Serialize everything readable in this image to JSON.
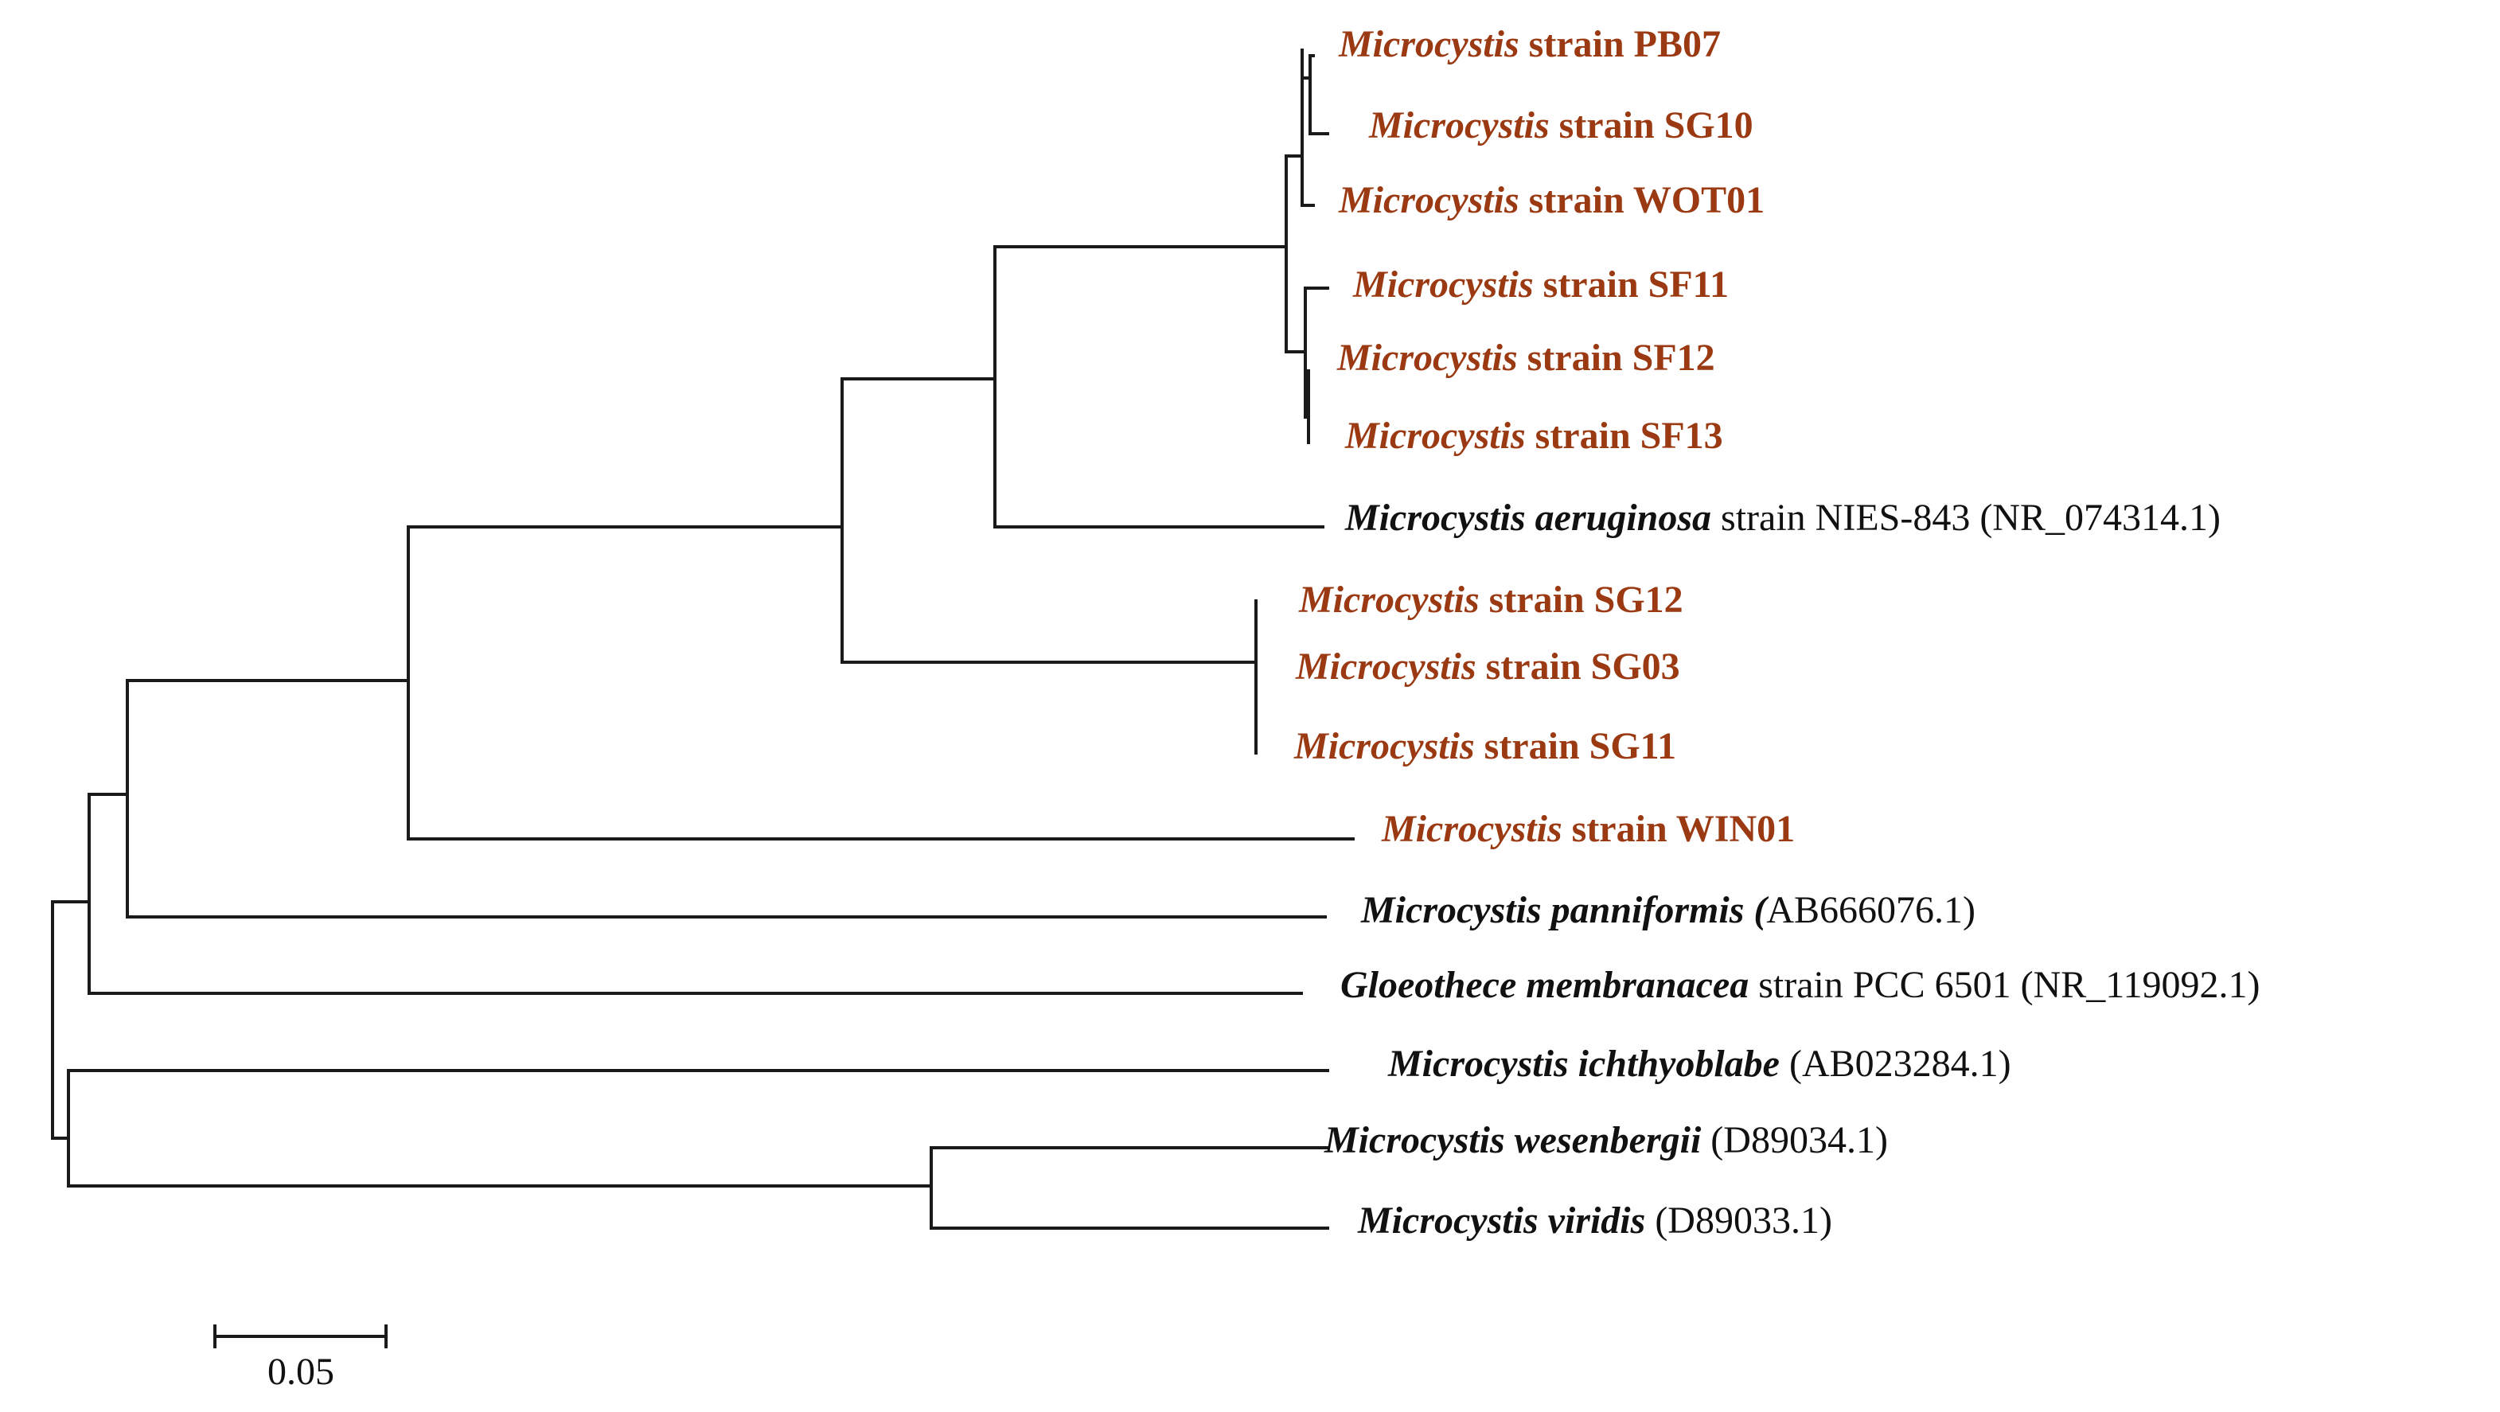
{
  "colors": {
    "branch": "#1a1a1a",
    "isolate": "#9b3a12",
    "reference": "#111111"
  },
  "scale_bar": {
    "label": "0.05"
  },
  "leaves": [
    {
      "id": "PB07",
      "kind": "isolate",
      "genus": "Microcystis",
      "label": "strain PB07"
    },
    {
      "id": "SG10",
      "kind": "isolate",
      "genus": "Microcystis",
      "label": "strain SG10"
    },
    {
      "id": "WOT01",
      "kind": "isolate",
      "genus": "Microcystis",
      "label": "strain WOT01"
    },
    {
      "id": "SF11",
      "kind": "isolate",
      "genus": "Microcystis",
      "label": "strain SF11"
    },
    {
      "id": "SF12",
      "kind": "isolate",
      "genus": "Microcystis",
      "label": "strain SF12"
    },
    {
      "id": "SF13",
      "kind": "isolate",
      "genus": "Microcystis",
      "label": "strain SF13"
    },
    {
      "id": "NIES843",
      "kind": "reference",
      "genus": "Microcystis aeruginosa",
      "label": "strain NIES-843 (NR_074314.1)"
    },
    {
      "id": "SG12",
      "kind": "isolate",
      "genus": "Microcystis",
      "label": "strain SG12"
    },
    {
      "id": "SG03",
      "kind": "isolate",
      "genus": "Microcystis",
      "label": "strain SG03"
    },
    {
      "id": "SG11",
      "kind": "isolate",
      "genus": "Microcystis",
      "label": "strain SG11"
    },
    {
      "id": "WIN01",
      "kind": "isolate",
      "genus": "Microcystis",
      "label": "strain WIN01"
    },
    {
      "id": "panniformis",
      "kind": "reference",
      "genus": "Microcystis panniformis (",
      "label": "AB666076.1)"
    },
    {
      "id": "gloeothece",
      "kind": "reference",
      "genus": "Gloeothece membranacea",
      "label": "strain PCC 6501 (NR_119092.1)"
    },
    {
      "id": "ichthyoblabe",
      "kind": "reference",
      "genus": "Microcystis ichthyoblabe",
      "label": "(AB023284.1)"
    },
    {
      "id": "wesenbergii",
      "kind": "reference",
      "genus": "Microcystis wesenbergii",
      "label": "(D89034.1)"
    },
    {
      "id": "viridis",
      "kind": "reference",
      "genus": "Microcystis viridis",
      "label": "(D89033.1)"
    }
  ]
}
